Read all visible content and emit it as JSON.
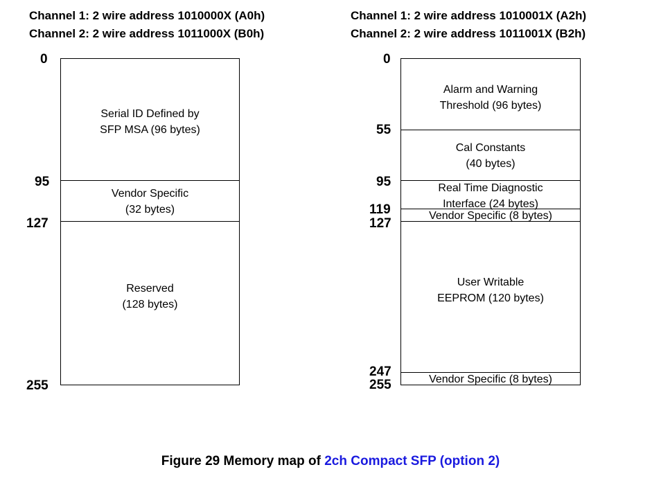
{
  "left": {
    "header": [
      "Channel 1: 2 wire address 1010000X (A0h)",
      "Channel 2: 2 wire address 1011000X (B0h)"
    ],
    "addresses": [
      "0",
      "95",
      "127",
      "255"
    ],
    "regions": [
      [
        "Serial ID Defined by",
        "SFP MSA (96 bytes)"
      ],
      [
        "Vendor Specific",
        " (32 bytes)"
      ],
      [
        "Reserved",
        " (128 bytes)"
      ]
    ]
  },
  "right": {
    "header": [
      "Channel 1: 2 wire address 1010001X (A2h)",
      "Channel 2: 2 wire address 1011001X (B2h)"
    ],
    "addresses": [
      "0",
      "55",
      "95",
      "119",
      "127",
      "247",
      "255"
    ],
    "regions": [
      [
        "Alarm and Warning",
        "Threshold (96 bytes)"
      ],
      [
        "Cal Constants",
        "(40 bytes)"
      ],
      [
        "Real Time Diagnostic",
        "Interface (24 bytes)"
      ],
      [
        "Vendor Specific (8 bytes)"
      ],
      [
        "User Writable",
        "EEPROM (120 bytes)"
      ],
      [
        "Vendor Specific (8 bytes)"
      ]
    ]
  },
  "caption": {
    "prefix": "Figure 29 Memory map of ",
    "highlight": "2ch Compact SFP (option 2)"
  },
  "colors": {
    "caption_highlight": "#1a1adf"
  }
}
